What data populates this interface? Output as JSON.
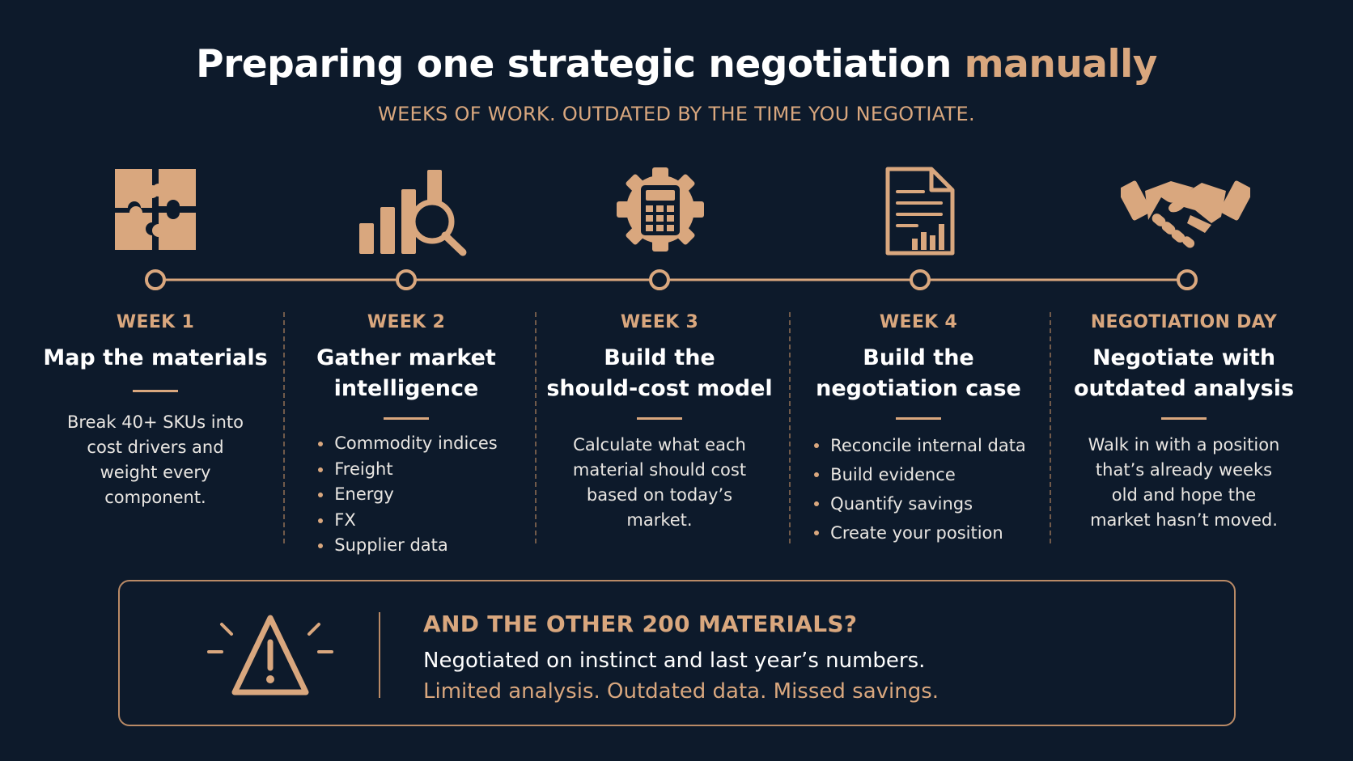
{
  "title": {
    "main": "Preparing one strategic negotiation",
    "accent": "manually"
  },
  "subtitle": "WEEKS OF WORK. OUTDATED BY THE TIME YOU NEGOTIATE.",
  "colors": {
    "background": "#0d1a2b",
    "accent": "#d9a77e",
    "text": "#ffffff"
  },
  "steps": [
    {
      "icon": "puzzle-icon",
      "label": "WEEK 1",
      "heading": [
        "Map the materials"
      ],
      "body": [
        "Break 40+ SKUs into",
        "cost drivers and",
        "weight every",
        "component."
      ]
    },
    {
      "icon": "chart-magnifier-icon",
      "label": "WEEK 2",
      "heading": [
        "Gather market",
        "intelligence"
      ],
      "bullets": [
        "Commodity indices",
        "Freight",
        "Energy",
        "FX",
        "Supplier data"
      ]
    },
    {
      "icon": "calculator-gear-icon",
      "label": "WEEK 3",
      "heading": [
        "Build the",
        "should-cost model"
      ],
      "body": [
        "Calculate what each",
        "material should cost",
        "based on today’s",
        "market."
      ]
    },
    {
      "icon": "document-chart-icon",
      "label": "WEEK 4",
      "heading": [
        "Build the",
        "negotiation case"
      ],
      "bullets": [
        "Reconcile internal data",
        "Build evidence",
        "Quantify savings",
        "Create your position"
      ]
    },
    {
      "icon": "handshake-icon",
      "label": "NEGOTIATION DAY",
      "heading": [
        "Negotiate with",
        "outdated analysis"
      ],
      "body": [
        "Walk in with a position",
        "that’s already weeks",
        "old and hope the",
        "market hasn’t moved."
      ]
    }
  ],
  "callout": {
    "icon": "warning-icon",
    "heading": "AND THE OTHER 200 MATERIALS?",
    "line1": "Negotiated on instinct and last year’s numbers.",
    "line2": "Limited analysis. Outdated data. Missed savings."
  }
}
